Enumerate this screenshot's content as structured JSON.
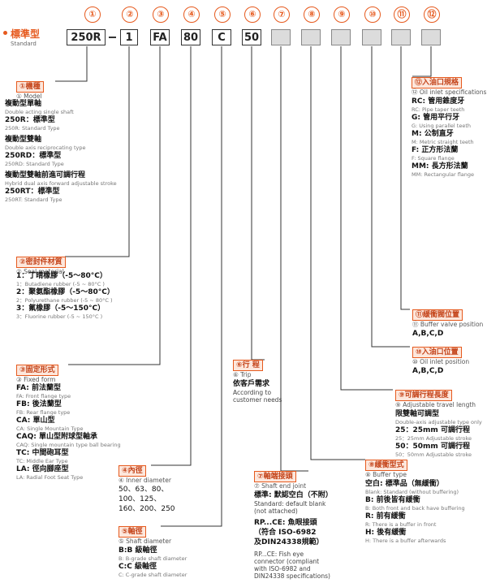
{
  "numbers": [
    "①",
    "②",
    "③",
    "④",
    "⑤",
    "⑥",
    "⑦",
    "⑧",
    "⑨",
    "⑩",
    "⑪",
    "⑫"
  ],
  "standard": {
    "title": "標準型",
    "sub": "Standard"
  },
  "codes": [
    "250R",
    "1",
    "FA",
    "80",
    "C",
    "50"
  ],
  "model": {
    "tag": "①機種",
    "sub": "① Model",
    "items": [
      {
        "h": "複動型單軸",
        "en": "Double acting single shaft",
        "c": "250R：標準型",
        "ce": "250R: Standard Type"
      },
      {
        "h": "複動型雙軸",
        "en": "Double axis reciprocating type",
        "c": "250RD：標準型",
        "ce": "250RD: Standard Type"
      },
      {
        "h": "複動型雙軸前進可調行程",
        "en": "Hybrid dual axis forward adjustable stroke",
        "c": "250RT：標準型",
        "ce": "250RT: Standard Type"
      }
    ]
  },
  "seal": {
    "tag": "②密封件材質",
    "sub": "② Seal material",
    "items": [
      {
        "c": "1：丁晴橡膠（-5～80°C）",
        "e": "1：Butadiene rubber (-5 ~ 80°C )"
      },
      {
        "c": "2：聚氨酯橡膠（-5～80°C）",
        "e": "2：Polyurethane rubber (-5 ~ 80°C )"
      },
      {
        "c": "3：氟橡膠（-5～150°C）",
        "e": "3：Fluorine rubber (-5 ~ 150°C )"
      }
    ]
  },
  "fixed": {
    "tag": "③固定形式",
    "sub": "③ Fixed form",
    "items": [
      {
        "c": "FA: 前法蘭型",
        "e": "FA: Front flange type"
      },
      {
        "c": "FB: 後法蘭型",
        "e": "FB: Rear flange type"
      },
      {
        "c": "CA: 單山型",
        "e": "CA: Single Mountain Type"
      },
      {
        "c": "CAQ: 單山型附球型軸承",
        "e": "CAQ: Single mountain type ball bearing"
      },
      {
        "c": "TC: 中間砲耳型",
        "e": "TC: Middle Ear Type"
      },
      {
        "c": "LA: 徑向腳座型",
        "e": "LA: Radial Foot Seat Type"
      }
    ]
  },
  "inner": {
    "tag": "④內徑",
    "sub": "④ Inner diameter",
    "vals": [
      "50、63、80、",
      "100、125、",
      "160、200、250"
    ]
  },
  "shaft": {
    "tag": "⑤軸徑",
    "sub": "⑤ Shaft diameter",
    "items": [
      {
        "c": "B:B 級軸徑",
        "e": "B: B-grade shaft diameter"
      },
      {
        "c": "C:C 級軸徑",
        "e": "C: C-grade shaft diameter"
      }
    ]
  },
  "trip": {
    "tag": "⑥行 程",
    "sub": "⑥ Trip",
    "c": "依客戶需求",
    "e": [
      "According to",
      "customer needs"
    ]
  },
  "shaftend": {
    "tag": "⑦軸端接頭",
    "sub": "⑦ Shaft end joint",
    "c1": "標準: 默認空白（不附）",
    "e1": [
      "Standard: default blank",
      "(not attached)"
    ],
    "c2": [
      "RP...CE: 魚眼接頭",
      "（符合 ISO-6982",
      "及DIN24338規範）"
    ],
    "e2": [
      "RP...CE: Fish eye",
      "connector (compliant",
      "with ISO-6982 and",
      "DIN24338 specifications)"
    ]
  },
  "buffer": {
    "tag": "⑧緩衝型式",
    "sub": "⑧ Buffer type",
    "items": [
      {
        "c": "空白: 標準品（無緩衝）",
        "e": "Blank: Standard (without buffering)"
      },
      {
        "c": "B: 前後皆有緩衝",
        "e": "B: Both front and back have buffering"
      },
      {
        "c": "R: 前有緩衝",
        "e": "R: There is a buffer in front"
      },
      {
        "c": "H: 後有緩衝",
        "e": "H: There is a buffer afterwards"
      }
    ]
  },
  "adjust": {
    "tag": "⑨可調行程長度",
    "sub": "⑨ Adjustable travel length",
    "h": "限雙軸可調型",
    "he": "Double-axis adjustable type only",
    "items": [
      {
        "c": "25：25mm 可調行程",
        "e": "25：25mm Adjustable stroke"
      },
      {
        "c": "50：50mm 可調行程",
        "e": "50：50mm Adjustable stroke"
      }
    ]
  },
  "oilpos": {
    "tag": "⑩入油口位置",
    "sub": "⑩ Oil inlet position",
    "v": "A,B,C,D"
  },
  "valve": {
    "tag": "⑪緩衝閥位置",
    "sub": "⑪ Buffer valve position",
    "v": "A,B,C,D"
  },
  "oilspec": {
    "tag": "⑫入油口規格",
    "sub": "⑫ Oil inlet specifications",
    "items": [
      {
        "c": "RC: 管用錐度牙",
        "e": "RC: Pipe taper teeth"
      },
      {
        "c": "G: 管用平行牙",
        "e": "G: Using parallel teeth"
      },
      {
        "c": "M: 公制直牙",
        "e": "M: Metric straight teeth"
      },
      {
        "c": "F: 正方形法蘭",
        "e": "F: Square flange"
      },
      {
        "c": "MM: 長方形法蘭",
        "e": "MM: Rectangular flange"
      }
    ]
  },
  "colors": {
    "accent": "#e65a1e",
    "tag_bg": "#fde7dc",
    "empty_box": "#dcdcdc"
  }
}
